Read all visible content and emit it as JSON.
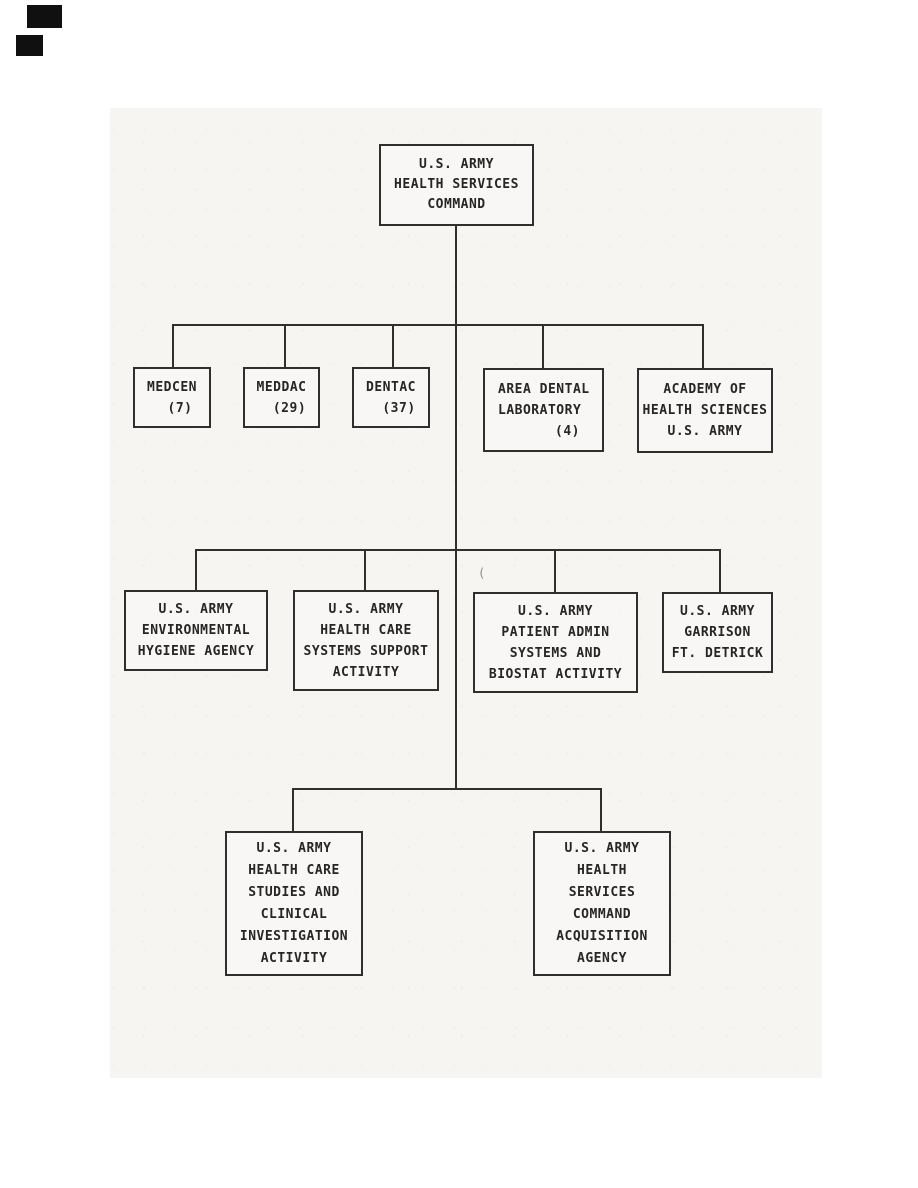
{
  "org_chart": {
    "type": "org-chart",
    "root": {
      "lines": [
        "U.S. ARMY",
        "HEALTH SERVICES",
        "COMMAND"
      ]
    },
    "tier2": [
      {
        "label": "MEDCEN",
        "count": "(7)"
      },
      {
        "label": "MEDDAC",
        "count": "(29)"
      },
      {
        "label": "DENTAC",
        "count": "(37)"
      },
      {
        "lines": [
          "AREA DENTAL",
          "LABORATORY"
        ],
        "count": "(4)"
      },
      {
        "lines": [
          "ACADEMY OF",
          "HEALTH SCIENCES",
          "U.S. ARMY"
        ]
      }
    ],
    "tier3": [
      {
        "lines": [
          "U.S. ARMY",
          "ENVIRONMENTAL",
          "HYGIENE AGENCY"
        ]
      },
      {
        "lines": [
          "U.S. ARMY",
          "HEALTH CARE",
          "SYSTEMS SUPPORT",
          "ACTIVITY"
        ]
      },
      {
        "lines": [
          "U.S. ARMY",
          "PATIENT ADMIN",
          "SYSTEMS AND",
          "BIOSTAT ACTIVITY"
        ]
      },
      {
        "lines": [
          "U.S. ARMY",
          "GARRISON",
          "FT. DETRICK"
        ]
      }
    ],
    "tier4": [
      {
        "lines": [
          "U.S. ARMY",
          "HEALTH CARE",
          "STUDIES AND",
          "CLINICAL",
          "INVESTIGATION",
          "ACTIVITY"
        ]
      },
      {
        "lines": [
          "U.S. ARMY",
          "HEALTH",
          "SERVICES",
          "COMMAND",
          "ACQUISITION",
          "AGENCY"
        ]
      }
    ],
    "artifact_mark": "("
  },
  "colors": {
    "line": "#2f2f2f",
    "text": "#262626",
    "paper": "#f6f5f2",
    "page": "#ffffff",
    "scan_mark": "#101010"
  }
}
